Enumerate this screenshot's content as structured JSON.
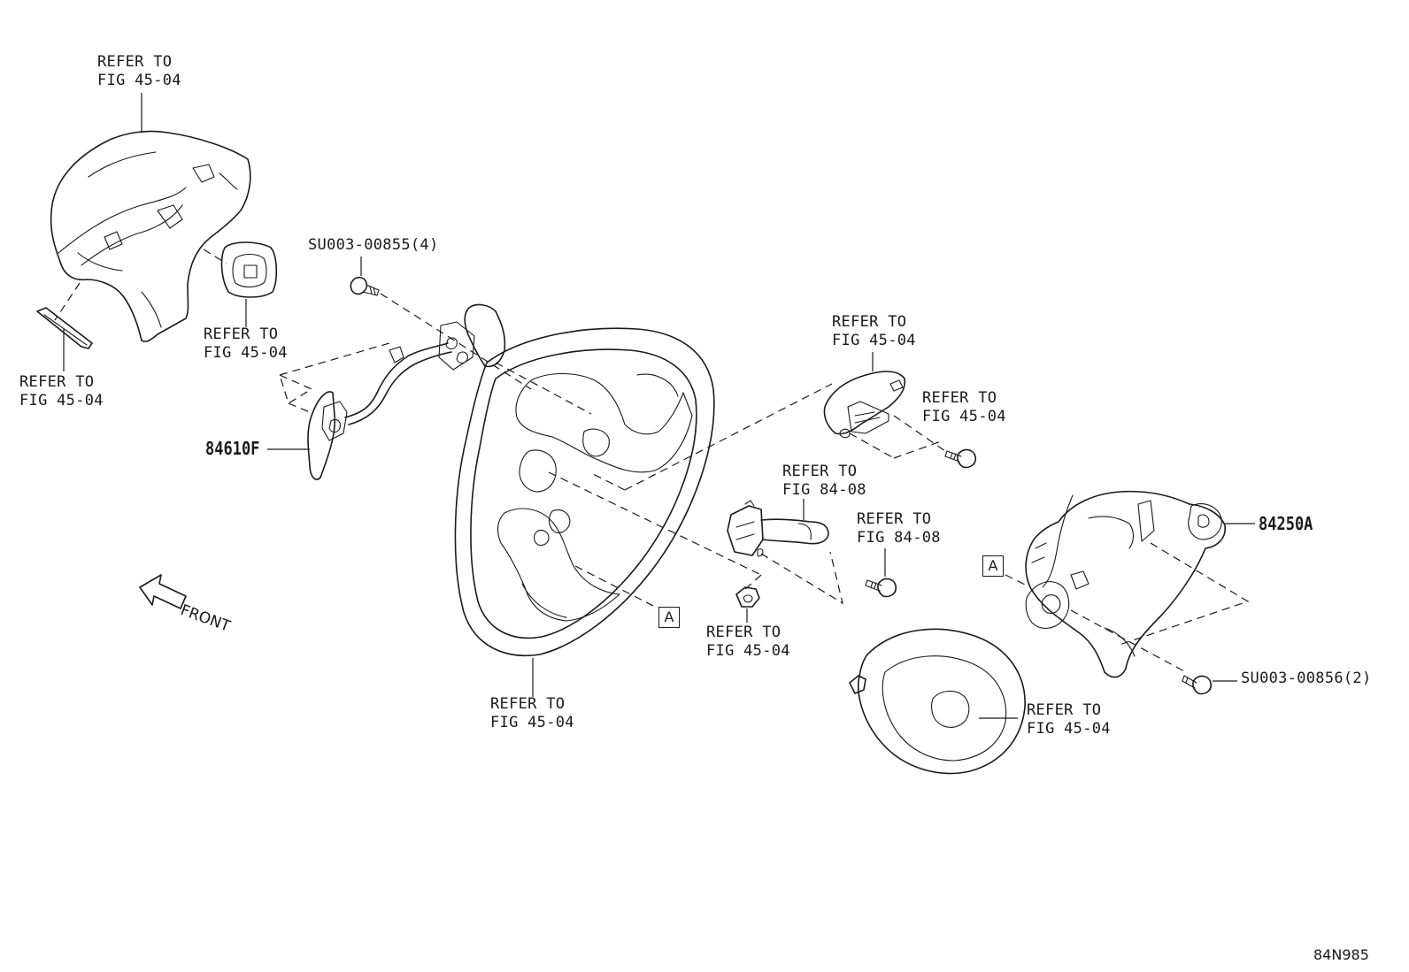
{
  "diagram": {
    "drawing_code": "84N985",
    "front_label": "FRONT",
    "callouts": {
      "ref_column_cover": [
        "REFER TO",
        "FIG 45-04"
      ],
      "ref_pad": [
        "REFER TO",
        "FIG 45-04"
      ],
      "ref_small_plate": [
        "REFER TO",
        "FIG 45-04"
      ],
      "ref_wheel": [
        "REFER TO",
        "FIG 45-04"
      ],
      "ref_nut": [
        "REFER TO",
        "FIG 45-04"
      ],
      "ref_switch_upper": [
        "REFER TO",
        "FIG 45-04"
      ],
      "ref_switch_screw": [
        "REFER TO",
        "FIG 45-04"
      ],
      "ref_lever_switch": [
        "REFER TO",
        "FIG 84-08"
      ],
      "ref_lever_screw": [
        "REFER TO",
        "FIG 84-08"
      ],
      "ref_airbag": [
        "REFER TO",
        "FIG 45-04"
      ]
    },
    "part_numbers": {
      "paddle_switch": "84610F",
      "spiral_cable": "84250A",
      "screw_upper": "SU003-00855(4)",
      "screw_lower": "SU003-00856(2)"
    },
    "ref_markers": {
      "marker_a": "A"
    }
  }
}
